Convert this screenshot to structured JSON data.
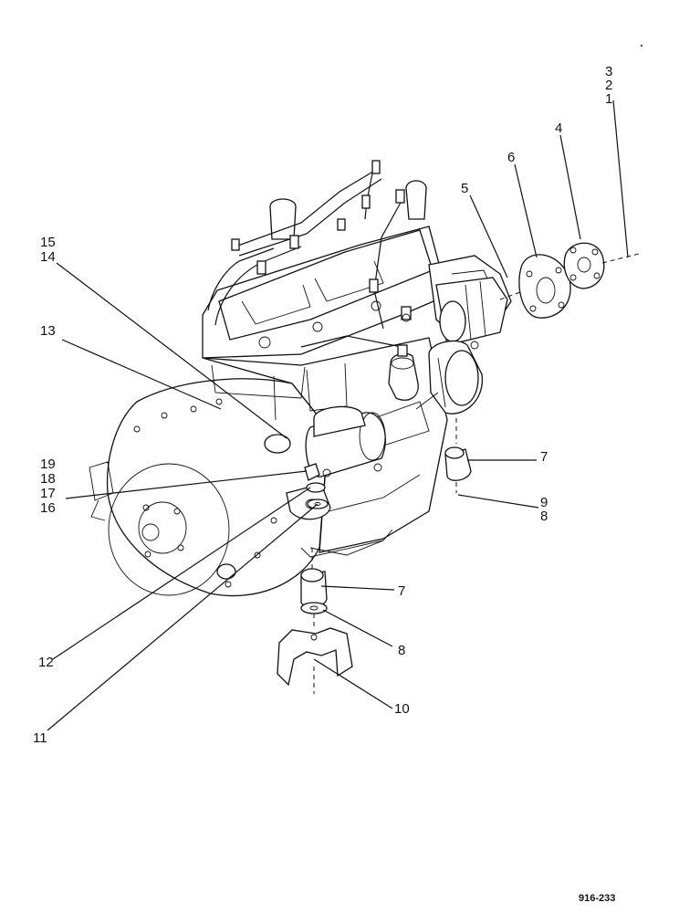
{
  "figure_id": "916-233",
  "callouts": {
    "c3": "3",
    "c2": "2",
    "c1": "1",
    "c4": "4",
    "c6": "6",
    "c5": "5",
    "c15": "15",
    "c14": "14",
    "c13": "13",
    "c19": "19",
    "c18": "18",
    "c17": "17",
    "c16": "16",
    "c7a": "7",
    "c9": "9",
    "c8a": "8",
    "c7b": "7",
    "c8b": "8",
    "c10": "10",
    "c12": "12",
    "c11": "11"
  }
}
